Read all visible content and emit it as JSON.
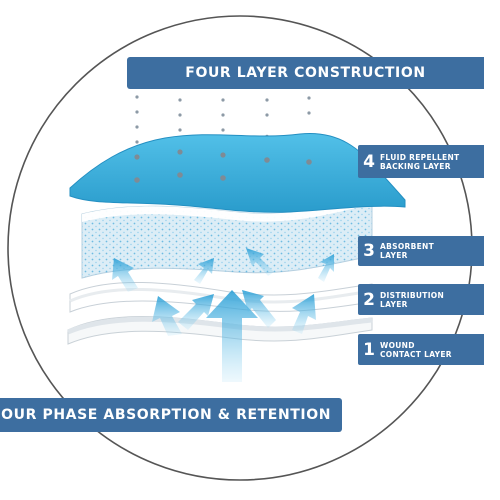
{
  "top_banner": "FOUR LAYER CONSTRUCTION",
  "bottom_banner": "FOUR PHASE ABSORPTION & RETENTION",
  "layers": [
    {
      "number": "4",
      "label": "FLUID REPELLENT\nBACKING LAYER"
    },
    {
      "number": "3",
      "label": "ABSORBENT\nLAYER"
    },
    {
      "number": "2",
      "label": "DISTRIBUTION\nLAYER"
    },
    {
      "number": "1",
      "label": "WOUND\nCONTACT LAYER"
    }
  ],
  "colors": {
    "banner": "#3d6ea0",
    "backing_layer": "#3bb0dc",
    "absorbent_layer": "#dcedf6",
    "arrow": "#5bb9e6",
    "circle_outline": "#555555"
  }
}
